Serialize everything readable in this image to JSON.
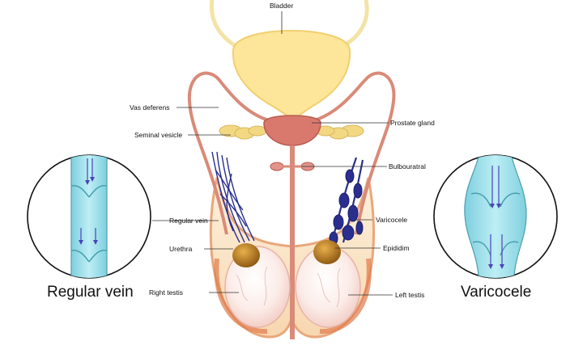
{
  "labels": {
    "bladder": "Bladder",
    "vas_deferens": "Vas  deferens",
    "seminal_vesicle": "Seminal  vesicle",
    "prostate_gland": "Prostate  gland",
    "bulbouratral": "Bulbouratral",
    "regular_vein_label": "Regular vein",
    "varicocele_label": "Varicocele",
    "urethra": "Urethra",
    "epididim": "Epididim",
    "right_testis": "Right  testis",
    "left_testis": "Left  testis"
  },
  "insets": {
    "left_title": "Regular vein",
    "right_title": "Varicocele"
  },
  "colors": {
    "vein_fill": "#9fdde8",
    "vein_stroke": "#4a9fb0",
    "arrow": "#4a44b8",
    "varicose_vein": "#2a2f8f",
    "duct": "#d98a78",
    "bladder": "#fde59a",
    "prostate": "#d9796e",
    "seminal": "#f3d883",
    "epididymis": "#b87a1e",
    "testis": "#fbece8",
    "scrotum_outer": "#e07a4a"
  }
}
